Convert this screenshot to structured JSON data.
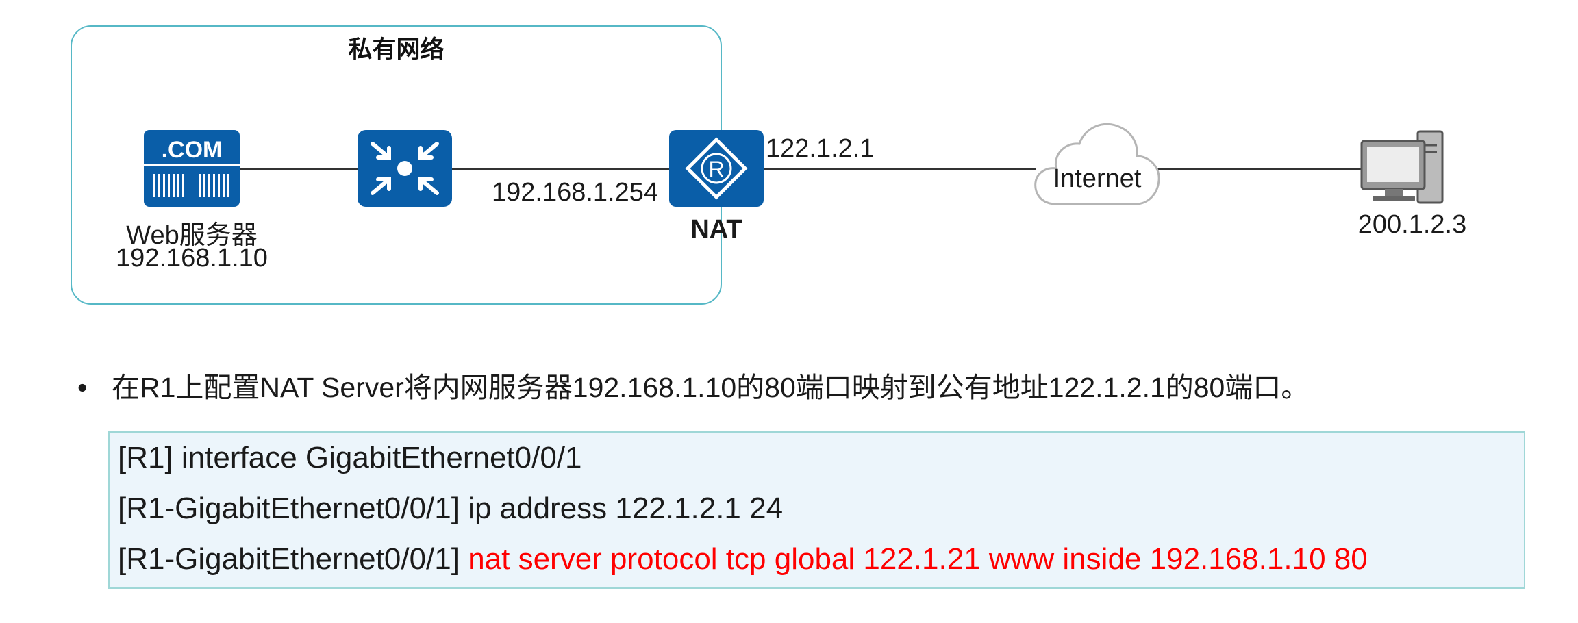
{
  "diagram": {
    "private_network_label": "私有网络",
    "web_server": {
      "icon_text": ".COM",
      "name": "Web服务器",
      "ip": "192.168.1.10"
    },
    "switch": {},
    "nat_router": {
      "icon_text": "R",
      "inside_ip": "192.168.1.254",
      "outside_ip": "122.1.2.1",
      "label": "NAT"
    },
    "internet_cloud": {
      "label": "Internet"
    },
    "remote_pc": {
      "ip": "200.1.2.3"
    }
  },
  "bullet": {
    "text": "在R1上配置NAT Server将内网服务器192.168.1.10的80端口映射到公有地址122.1.2.1的80端口。"
  },
  "code": {
    "lines": [
      {
        "prefix": "[R1] interface GigabitEthernet0/0/1",
        "highlight": ""
      },
      {
        "prefix": "[R1-GigabitEthernet0/0/1] ip address 122.1.2.1 24",
        "highlight": ""
      },
      {
        "prefix": "[R1-GigabitEthernet0/0/1] ",
        "highlight": "nat server protocol tcp global 122.1.21 www inside 192.168.1.10 80"
      }
    ]
  },
  "colors": {
    "device_blue": "#0a5ea8",
    "box_border": "#56b8c6",
    "code_bg": "#ecf5fb",
    "highlight": "#ff0000"
  }
}
